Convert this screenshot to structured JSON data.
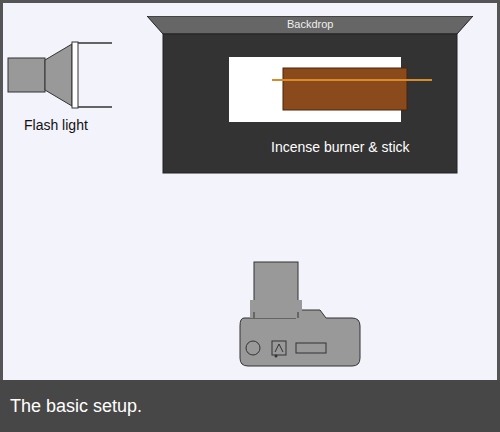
{
  "diagram": {
    "caption": "The basic setup.",
    "nodes": [
      {
        "text": [
          "Backdrop"
        ]
      }
    ],
    "labels": [
      "Flash light",
      "Incense burner & stick"
    ]
  }
}
